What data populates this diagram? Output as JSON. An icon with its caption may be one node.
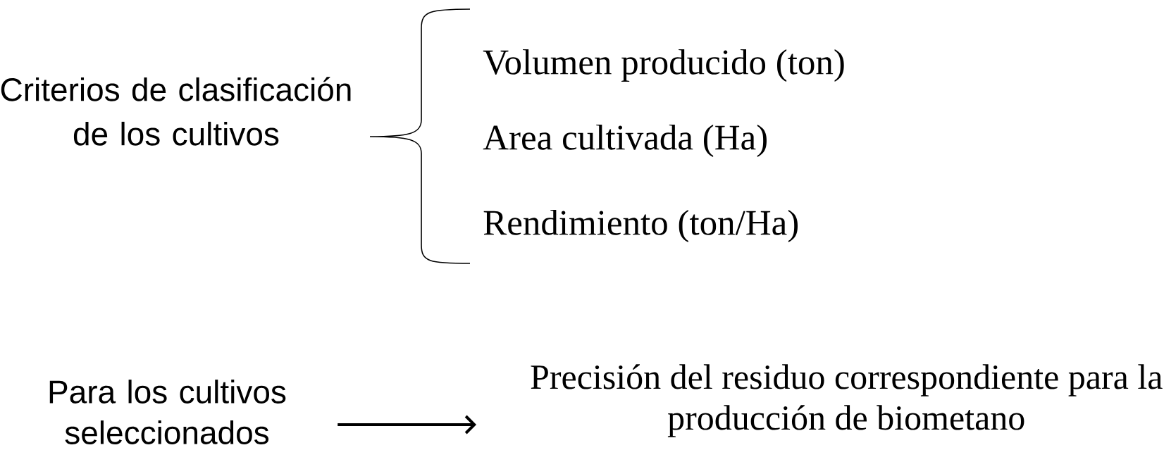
{
  "diagram": {
    "nodes": [
      {
        "text": [
          "Para los cultivos seleccionados"
        ]
      },
      {
        "text": [
          "Precisión del residuo correspondiente para la producción de biometano"
        ]
      }
    ],
    "edges": [
      {
        "from": 0,
        "to": 1,
        "arrow": "to"
      }
    ],
    "labels": [
      "Criterios de clasificación de los cultivos",
      "Volumen producido (ton)",
      "Area cultivada (Ha)",
      "Rendimiento (ton/Ha)"
    ]
  }
}
